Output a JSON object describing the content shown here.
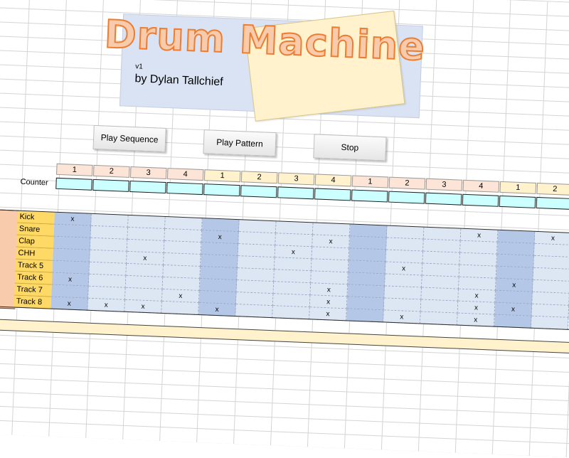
{
  "title": "Drum Machine",
  "version": "v1",
  "byline": "by Dylan Tallchief",
  "buttons": {
    "play_sequence": "Play Sequence",
    "play_pattern": "Play Pattern",
    "stop": "Stop"
  },
  "counter_label": "Counter",
  "beats": [
    "1",
    "2",
    "3",
    "4",
    "1",
    "2",
    "3",
    "4",
    "1",
    "2",
    "3",
    "4",
    "1",
    "2"
  ],
  "tracks": [
    {
      "name": "Kick",
      "steps": [
        "x",
        "",
        "",
        "",
        "",
        "",
        "",
        "",
        "",
        "",
        "",
        "x",
        "",
        "x"
      ]
    },
    {
      "name": "Snare",
      "steps": [
        "",
        "",
        "",
        "",
        "x",
        "",
        "",
        "x",
        "",
        "",
        "",
        "",
        "",
        ""
      ]
    },
    {
      "name": "Clap",
      "steps": [
        "",
        "",
        "",
        "",
        "",
        "",
        "x",
        "",
        "",
        "",
        "",
        "",
        "",
        ""
      ]
    },
    {
      "name": "CHH",
      "steps": [
        "",
        "",
        "x",
        "",
        "",
        "",
        "",
        "",
        "",
        "x",
        "",
        "",
        "",
        ""
      ]
    },
    {
      "name": "Track 5",
      "steps": [
        "",
        "",
        "",
        "",
        "",
        "",
        "",
        "",
        "",
        "",
        "",
        "",
        "x",
        ""
      ]
    },
    {
      "name": "Track 6",
      "steps": [
        "x",
        "",
        "",
        "",
        "",
        "",
        "",
        "x",
        "",
        "",
        "",
        "x",
        "",
        ""
      ]
    },
    {
      "name": "Track 7",
      "steps": [
        "",
        "",
        "",
        "x",
        "",
        "",
        "",
        "x",
        "",
        "",
        "",
        "x",
        "x",
        ""
      ]
    },
    {
      "name": "Track 8",
      "steps": [
        "x",
        "x",
        "x",
        "",
        "x",
        "",
        "",
        "x",
        "",
        "x",
        "",
        "x",
        "",
        ""
      ]
    }
  ],
  "colors": {
    "title_fill": "#f8cbad",
    "title_stroke": "#ed7d31",
    "beat_pink": "#fce4d6",
    "beat_yellow": "#fff2cc",
    "counter": "#ccffff",
    "track_label": "#ffd966",
    "step_light": "#dde7f4",
    "step_dark": "#b4c7e7"
  }
}
